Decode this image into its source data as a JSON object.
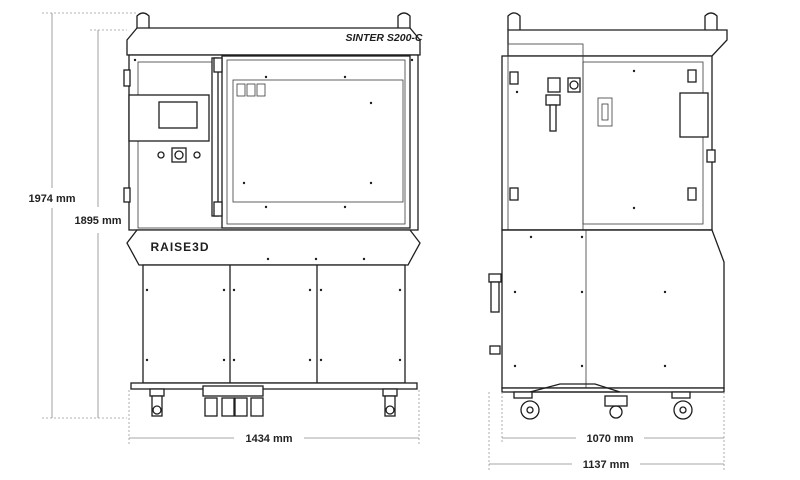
{
  "model_label": "SINTER S200-C",
  "brand_label": "RAISE3D",
  "dimensions": {
    "overall_height": "1974 mm",
    "cabinet_height": "1895 mm",
    "front_width": "1434 mm",
    "side_depth": "1070 mm",
    "overall_depth": "1137 mm"
  },
  "colors": {
    "line": "#1e1e1e",
    "dimension_line": "#8a8a8a",
    "background": "#ffffff"
  }
}
